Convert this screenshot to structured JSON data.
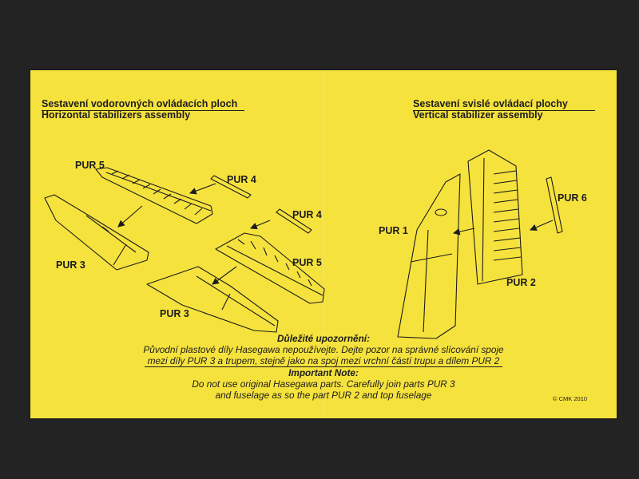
{
  "left_heading": {
    "czech": "Sestavení vodorovných ovládacích ploch",
    "english": "Horizontal stabilizers assembly"
  },
  "right_heading": {
    "czech": "Sestavení svislé ovládací plochy",
    "english": "Vertical stabilizer assembly"
  },
  "labels": {
    "pur5_top": "PUR 5",
    "pur4_a": "PUR 4",
    "pur4_b": "PUR 4",
    "pur3_left": "PUR 3",
    "pur5_mid": "PUR 5",
    "pur3_bottom": "PUR 3",
    "pur1": "PUR 1",
    "pur6": "PUR 6",
    "pur2": "PUR 2"
  },
  "note": {
    "czech_title": "Důležité upozornění:",
    "czech_line1": "Původní plastové díly Hasegawa nepoužívejte. Dejte pozor na správné slícování spoje",
    "czech_line2": "mezi díly PUR 3 a trupem, stejně jako na spoj mezi vrchní částí trupu a dílem PUR 2",
    "english_title": "Important Note:",
    "english_line1": "Do not use original Hasegawa parts. Carefully join parts PUR 3",
    "english_line2": "and fuselage as so the part PUR 2 and top fuselage"
  },
  "copyright": "© CMK 2010"
}
